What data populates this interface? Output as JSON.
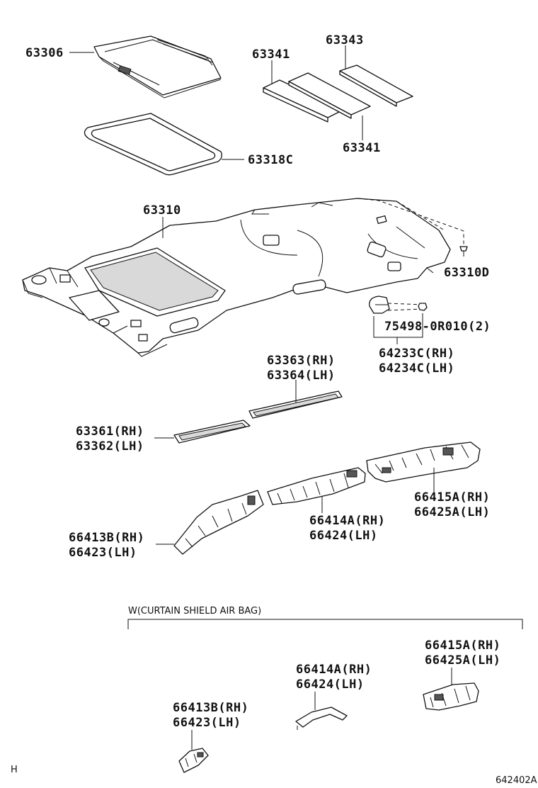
{
  "callouts": {
    "c63306": "63306",
    "c63341a": "63341",
    "c63343": "63343",
    "c63341b": "63341",
    "c63318c": "63318C",
    "c63310": "63310",
    "c63310d": "63310D",
    "c75498": "75498-0R010(2)",
    "c64233c": "64233C(RH)",
    "c64234c": "64234C(LH)",
    "c63363": "63363(RH)",
    "c63364": "63364(LH)",
    "c63361": "63361(RH)",
    "c63362": "63362(LH)",
    "c66415a_1": "66415A(RH)",
    "c66425a_1": "66425A(LH)",
    "c66414a_1": "66414A(RH)",
    "c66424_1": "66424(LH)",
    "c66413b_1": "66413B(RH)",
    "c66423_1": "66423(LH)",
    "c66415a_2": "66415A(RH)",
    "c66425a_2": "66425A(LH)",
    "c66414a_2": "66414A(RH)",
    "c66424_2": "66424(LH)",
    "c66413b_2": "66413B(RH)",
    "c66423_2": "66423(LH)"
  },
  "section_note": "W(CURTAIN SHIELD AIR BAG)",
  "corner_mark": "H",
  "diagram_id": "642402A"
}
